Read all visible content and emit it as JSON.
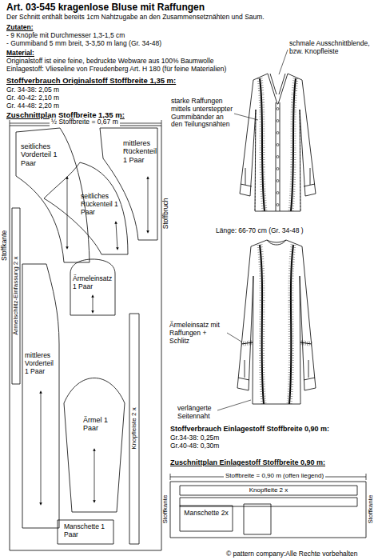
{
  "diagram": {
    "title": "Art. 03-545 kragenlose Bluse mit Raffungen",
    "nodes": [
      {
        "text": [
          "Stoffkante",
          "Stoffbruch"
        ]
      },
      {
        "text": [
          "seitliches Vorderteil 1 Paar"
        ],
        "in": 0
      },
      {
        "text": [
          "mittleres Rückenteil 1 Paar"
        ],
        "in": 0
      },
      {
        "text": [
          "seitliches Rückenteil 1 Paar"
        ],
        "in": 0
      },
      {
        "text": [
          "Ärmeleinsatz 1 Paar"
        ],
        "in": 0
      },
      {
        "text": [
          "Ärmelschlitz-Einfassung 2 x"
        ],
        "in": 0
      },
      {
        "text": [
          "mittleres Vorderteil 1 Paar"
        ],
        "in": 0
      },
      {
        "text": [
          "Ärmel 1 Paar"
        ],
        "in": 0
      },
      {
        "text": [
          "Knopfleiste 2 x"
        ],
        "in": 0
      },
      {
        "text": [
          "Manschette 1 Paar"
        ],
        "in": 0
      },
      {
        "text": [
          "Stoffkante",
          "Stoffkante"
        ]
      },
      {
        "text": [
          "Knopfleite 2 x"
        ],
        "in": 10
      },
      {
        "text": [
          "Manschette 2x"
        ],
        "in": 10
      }
    ],
    "labels": [
      "Der Schnitt enthält bereits 1cm Nahtzugabe an den Zusammensetznähten und Saum.",
      "Zutaten:",
      "- 9 Knöpfe mit Durchmesser 1,3-1,5 cm",
      "- Gummiband 5 mm breit, 3-3,50 m lang (Gr. 34-48)",
      "Material:",
      "Originalstoff ist eine feine, bedruckte Webware aus 100% Baumwolle",
      "Einlagestoff: Vlieseline von Freudenberg Art. H 180 (für feine Materialien)",
      "Stoffverbrauch Originalstoff Stoffbreite 1,35 m:",
      "Gr. 34-38: 2,05 m",
      "Gr. 40-42: 2,10 m",
      "Gr. 44-48: 2,20 m",
      "Zuschnittplan Stoffbreite 1,35 m:",
      "½ Stoffbreite = 0,67 m",
      "schmale Ausschnittblende, bzw. Knopfleiste",
      "starke Raffungen mittels untersteppter Gummibänder an den Teilungsnähten",
      "Länge: 66-70 cm (Gr. 34-48 )",
      "Ärmeleinsatz mit Raffungen + Schlitz",
      "verlängerte Seitennaht",
      "Stoffverbrauch Einlagestoff Stoffbreite 0,90 m:",
      "Gr.34-38: 0,25m",
      "Gr.40-48: 0,30m",
      "Zuschnittplan Einlagestoff Stoffbreite 0,90 m:",
      "Stoffbreite = 0,90 m (offen liegend)",
      "© pattern company:Alle Rechte vorbehalten"
    ]
  }
}
